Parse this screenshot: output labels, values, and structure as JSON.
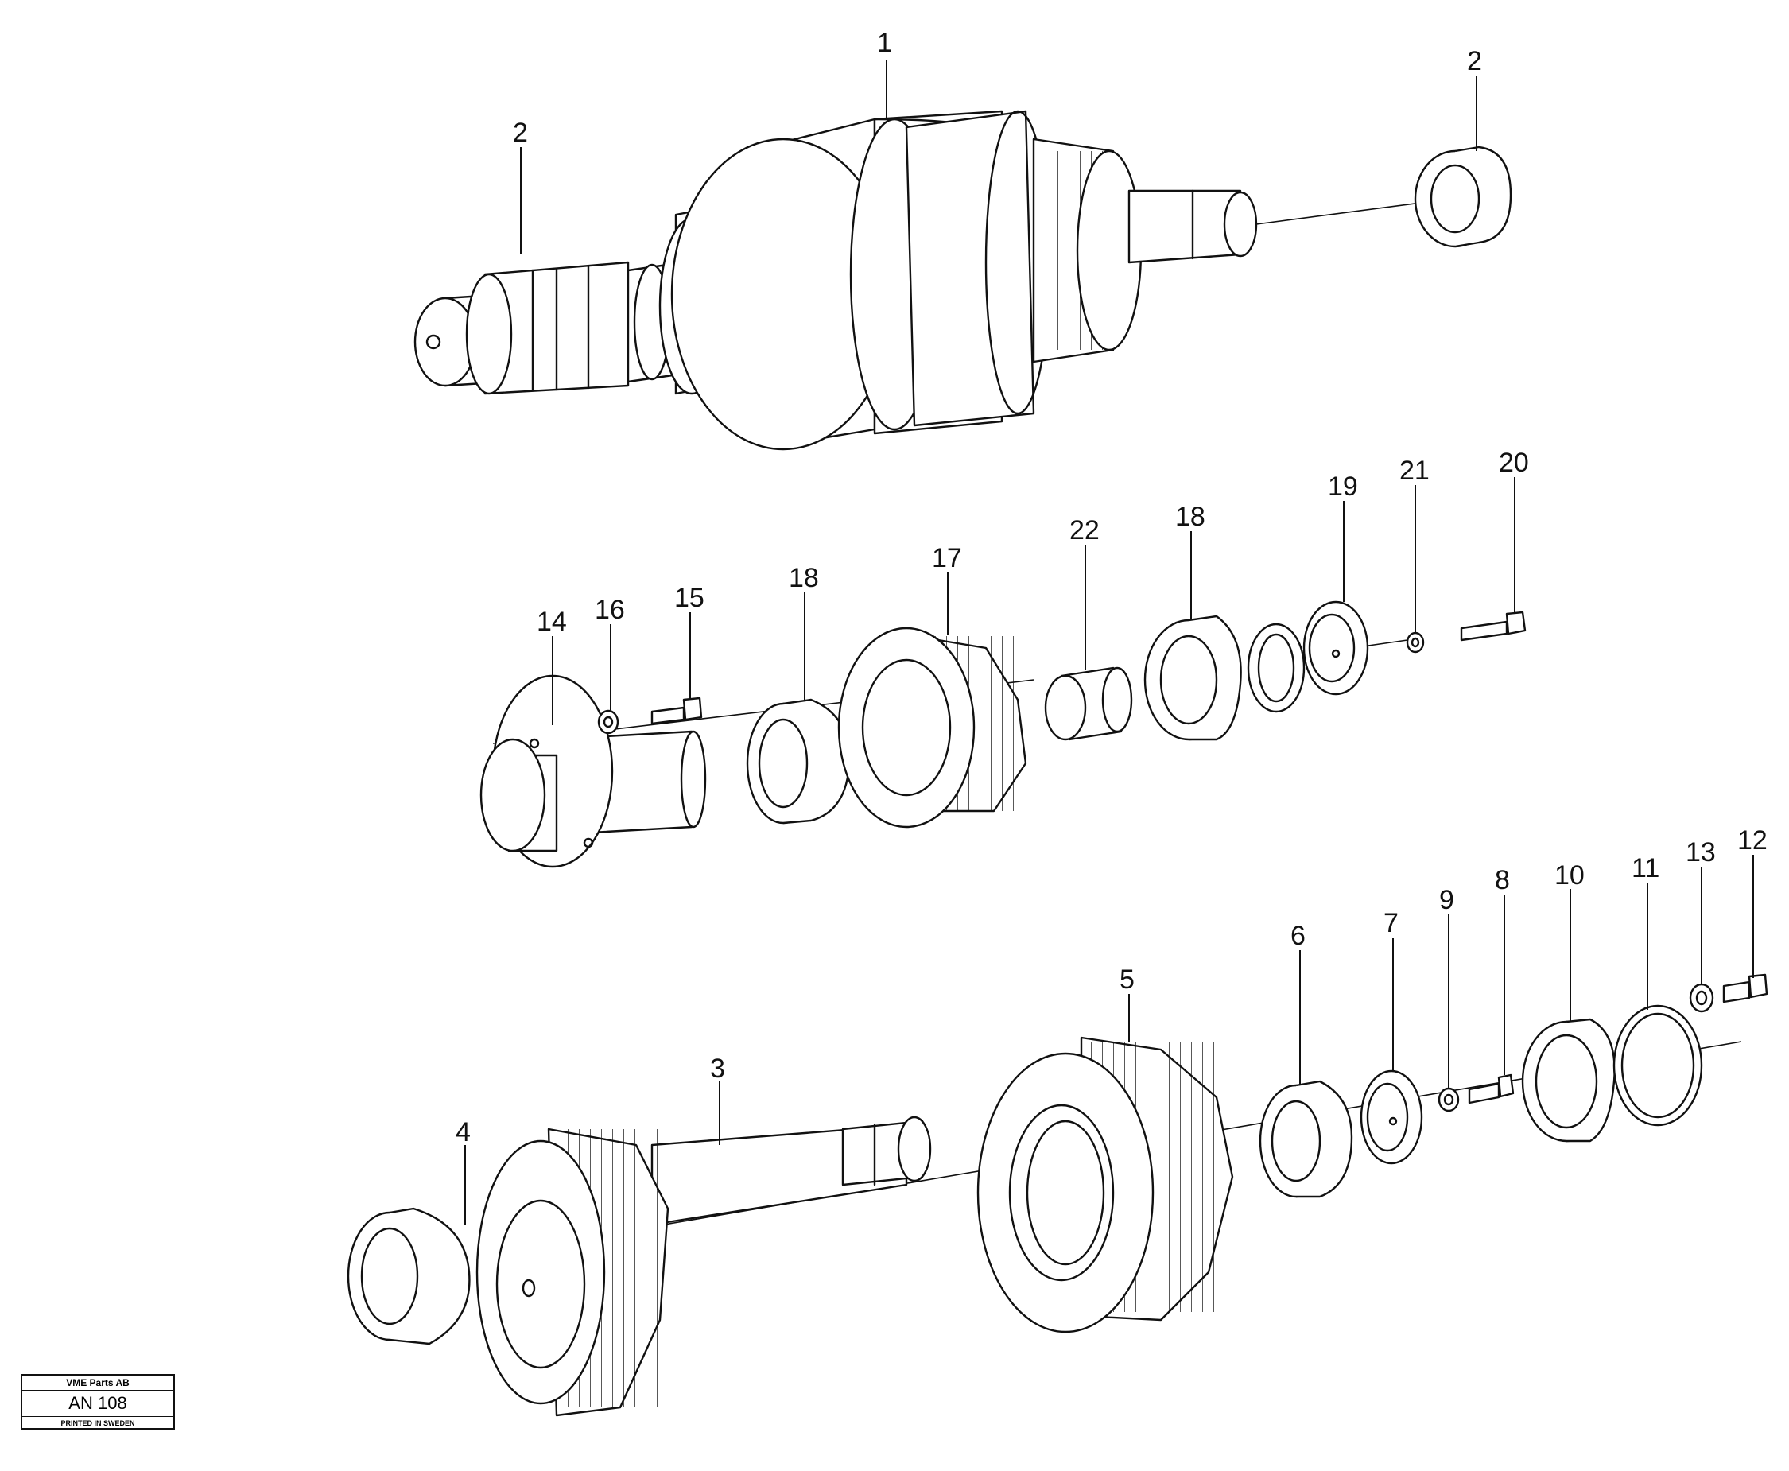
{
  "stamp": {
    "company": "VME Parts AB",
    "code": "AN 108",
    "printed": "PRINTED IN SWEDEN"
  },
  "callouts": [
    {
      "key": "c1",
      "text": "1"
    },
    {
      "key": "c2a",
      "text": "2"
    },
    {
      "key": "c2b",
      "text": "2"
    },
    {
      "key": "c3",
      "text": "3"
    },
    {
      "key": "c4",
      "text": "4"
    },
    {
      "key": "c5",
      "text": "5"
    },
    {
      "key": "c6",
      "text": "6"
    },
    {
      "key": "c7",
      "text": "7"
    },
    {
      "key": "c8",
      "text": "8"
    },
    {
      "key": "c9",
      "text": "9"
    },
    {
      "key": "c10",
      "text": "10"
    },
    {
      "key": "c11",
      "text": "11"
    },
    {
      "key": "c12",
      "text": "12"
    },
    {
      "key": "c13",
      "text": "13"
    },
    {
      "key": "c14",
      "text": "14"
    },
    {
      "key": "c15",
      "text": "15"
    },
    {
      "key": "c16",
      "text": "16"
    },
    {
      "key": "c17",
      "text": "17"
    },
    {
      "key": "c18a",
      "text": "18"
    },
    {
      "key": "c18b",
      "text": "18"
    },
    {
      "key": "c19",
      "text": "19"
    },
    {
      "key": "c20",
      "text": "20"
    },
    {
      "key": "c21",
      "text": "21"
    },
    {
      "key": "c22",
      "text": "22"
    }
  ]
}
